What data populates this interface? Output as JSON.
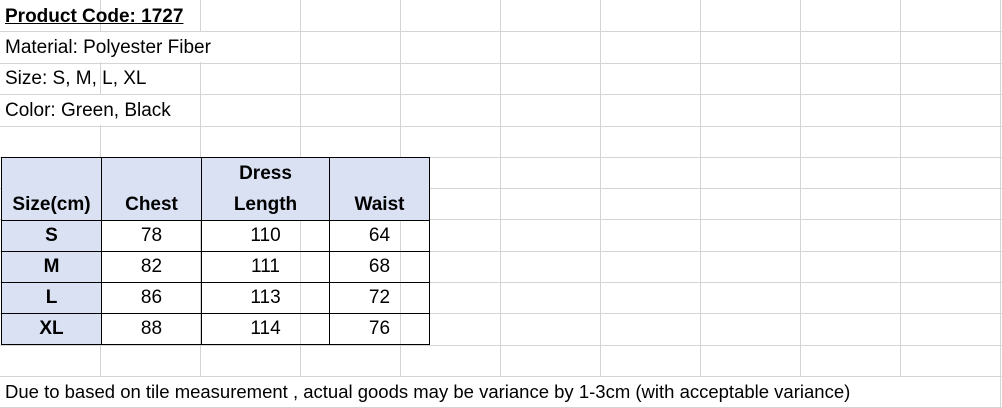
{
  "info": {
    "product_code": "Product Code: 1727",
    "material": "Material: Polyester Fiber",
    "size": "Size: S, M, L, XL",
    "color": "Color: Green, Black"
  },
  "table": {
    "headers": [
      "Size(cm)",
      "Chest",
      "Dress Length",
      "Waist"
    ],
    "rows": [
      [
        "S",
        "78",
        "110",
        "64"
      ],
      [
        "M",
        "82",
        "111",
        "68"
      ],
      [
        "L",
        "86",
        "113",
        "72"
      ],
      [
        "XL",
        "88",
        "114",
        "76"
      ]
    ]
  },
  "note": "Due to based on tile measurement , actual goods may be variance by 1-3cm (with acceptable variance)",
  "colors": {
    "header_fill": "#d9e1f2",
    "gridline": "#d4d4d4"
  }
}
